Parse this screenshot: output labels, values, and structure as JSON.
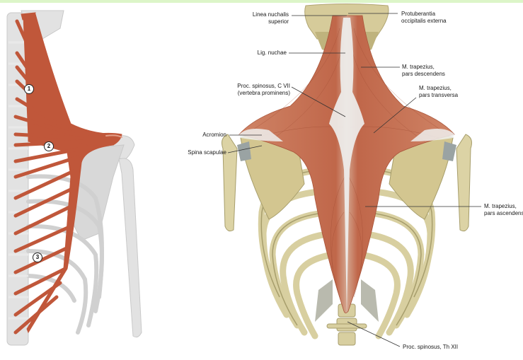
{
  "header_strip_color": "#dcf5c8",
  "colors": {
    "muscle": "#c0674a",
    "muscle_light": "#d79a7e",
    "tendon": "#eef0ee",
    "bone_beige": "#d8cfa0",
    "bone_shadow": "#a79e6c",
    "bone_grey_left": "#dcdcdc",
    "cartilage_grey": "#a7a99a",
    "schematic_muscle": "#c0573a"
  },
  "left_figure": {
    "description": "Schematic of trapezius fibre portions (lateral/dorsal view)",
    "markers": [
      {
        "id": "1",
        "label": "1"
      },
      {
        "id": "2",
        "label": "2"
      },
      {
        "id": "3",
        "label": "3"
      }
    ]
  },
  "right_figure": {
    "labels": {
      "linea_nuchalis_1": "Linea nuchalis",
      "linea_nuchalis_2": "superior",
      "protuberantia_1": "Protuberantia",
      "protuberantia_2": "occipitalis externa",
      "lig_nuchae": "Lig. nuchae",
      "pars_desc_1": "M. trapezius,",
      "pars_desc_2": "pars descendens",
      "proc_c7_1": "Proc. spinosus, C VII",
      "proc_c7_2": "(vertebra prominens)",
      "pars_trans_1": "M. trapezius,",
      "pars_trans_2": "pars transversa",
      "acromion": "Acromion",
      "spina_scapulae": "Spina scapulae",
      "pars_asc_1": "M. trapezius,",
      "pars_asc_2": "pars ascendens",
      "proc_th12": "Proc. spinosus, Th XII"
    }
  }
}
